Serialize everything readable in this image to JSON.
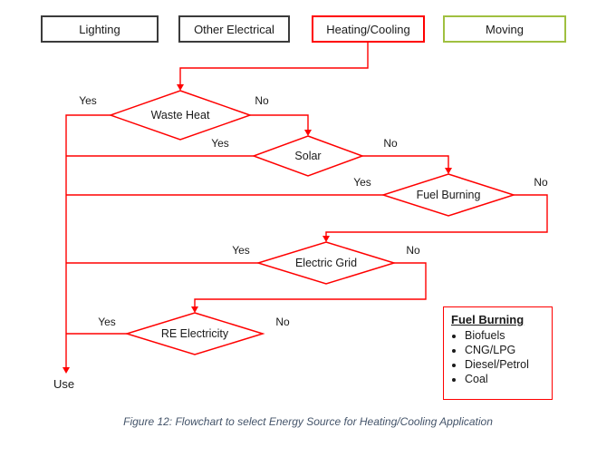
{
  "colors": {
    "flow-red": "#ff0000",
    "box-border": "#3b3b3b",
    "moving-green": "#a0c040",
    "caption-color": "#44546a"
  },
  "category_boxes": {
    "lighting": "Lighting",
    "other_electrical": "Other Electrical",
    "heating_cooling": "Heating/Cooling",
    "moving": "Moving"
  },
  "flowchart": {
    "decisions": {
      "waste_heat": "Waste Heat",
      "solar": "Solar",
      "fuel_burning": "Fuel Burning",
      "electric_grid": "Electric Grid",
      "re_electricity": "RE Electricity"
    },
    "labels": {
      "yes": "Yes",
      "no": "No"
    },
    "terminal": "Use"
  },
  "legend": {
    "title": "Fuel Burning",
    "items": [
      "Biofuels",
      "CNG/LPG",
      "Diesel/Petrol",
      "Coal"
    ]
  },
  "caption": "Figure 12: Flowchart to select Energy Source for Heating/Cooling Application"
}
